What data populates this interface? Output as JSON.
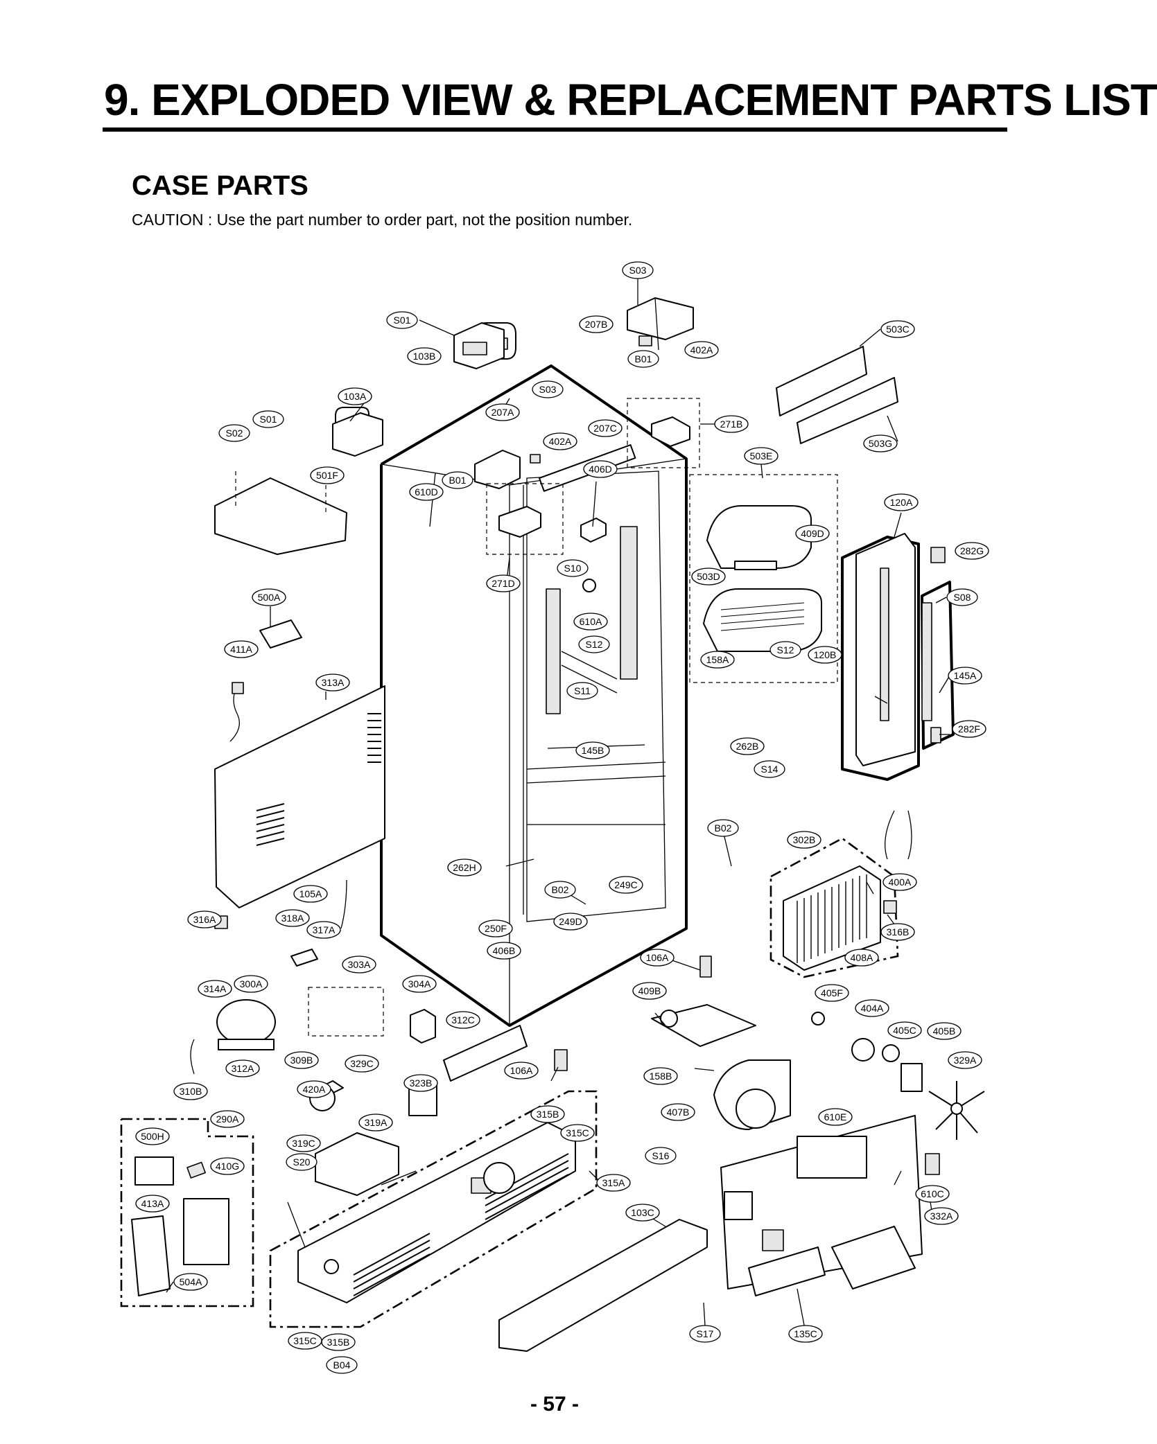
{
  "header": {
    "title": "9. EXPLODED VIEW & REPLACEMENT PARTS LIST",
    "section": "CASE PARTS",
    "caution": "CAUTION : Use the part number to order part, not the position number."
  },
  "footer": {
    "page_number": "- 57 -"
  },
  "labels": {
    "s03_top": "S03",
    "s01_top": "S01",
    "l207b": "207B",
    "l402a_top": "402A",
    "l503c": "503C",
    "l103b": "103B",
    "b01_top": "B01",
    "s03_mid": "S03",
    "l103a": "103A",
    "s01_left": "S01",
    "l207a": "207A",
    "l207c": "207C",
    "l271b": "271B",
    "s02": "S02",
    "l402a_mid": "402A",
    "l503g": "503G",
    "l503e": "503E",
    "l501f": "501F",
    "b01_mid": "B01",
    "l406d": "406D",
    "l610d": "610D",
    "l120a": "120A",
    "l409d": "409D",
    "l282g": "282G",
    "s10": "S10",
    "l271d": "271D",
    "l503d": "503D",
    "s08": "S08",
    "l500a": "500A",
    "l610a": "610A",
    "s12_mid": "S12",
    "s12_right": "S12",
    "l120b": "120B",
    "l411a": "411A",
    "l158a": "158A",
    "l145a": "145A",
    "l313a": "313A",
    "s11": "S11",
    "l282f": "282F",
    "l145b": "145B",
    "l262b": "262B",
    "s14": "S14",
    "b02_right": "B02",
    "l302b": "302B",
    "l262h": "262H",
    "l249c": "249C",
    "l400a": "400A",
    "b02_mid": "B02",
    "l105a": "105A",
    "l316a": "316A",
    "l318a": "318A",
    "l317a": "317A",
    "l250f": "250F",
    "l249d": "249D",
    "l316b": "316B",
    "l406b": "406B",
    "l106a_r": "106A",
    "l408a": "408A",
    "l303a": "303A",
    "l314a": "314A",
    "l300a": "300A",
    "l304a": "304A",
    "l409b": "409B",
    "l405f": "405F",
    "l404a": "404A",
    "l312c": "312C",
    "l405c": "405C",
    "l405b": "405B",
    "l309b": "309B",
    "l329c": "329C",
    "l312a": "312A",
    "l106a_l": "106A",
    "l329a": "329A",
    "l158b": "158B",
    "l323b": "323B",
    "l310b": "310B",
    "l420a": "420A",
    "l407b": "407B",
    "l290a": "290A",
    "l315b_top": "315B",
    "l610e": "610E",
    "l319a": "319A",
    "l315c_top": "315C",
    "l500h": "500H",
    "l319c": "319C",
    "s16": "S16",
    "s20": "S20",
    "l410g": "410G",
    "l315a": "315A",
    "l610c": "610C",
    "l413a": "413A",
    "l103c": "103C",
    "l332a": "332A",
    "l504a": "504A",
    "s17": "S17",
    "l135c": "135C",
    "l315c_bot": "315C",
    "l315b_bot": "315B",
    "b04": "B04"
  }
}
